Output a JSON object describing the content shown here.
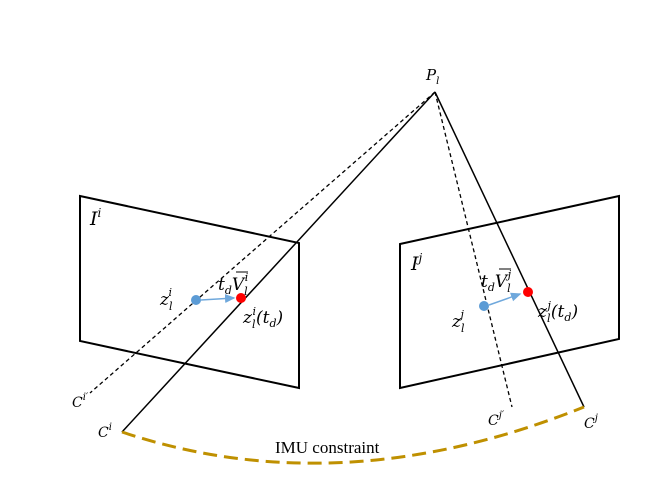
{
  "labels": {
    "point": "P",
    "point_sub": "l",
    "image_i": "I",
    "image_i_sup": "i",
    "image_j": "I",
    "image_j_sup": "j",
    "cam_i": "C",
    "cam_i_sup": "i",
    "cam_i_prime": "C",
    "cam_i_prime_sup": "i′",
    "cam_j": "C",
    "cam_j_sup": "j",
    "cam_j_prime": "C",
    "cam_j_prime_sup": "j′",
    "z_i": "z",
    "z_i_sub": "l",
    "z_i_sup": "i",
    "z_i_td": "z",
    "z_i_td_sub": "l",
    "z_i_td_sup": "i",
    "z_i_td_arg": "(t",
    "z_i_td_arg_sub": "d",
    "z_i_td_close": ")",
    "vel_i": "t",
    "vel_i_sub": "d",
    "vel_i_V": "V",
    "vel_i_V_sub": "l",
    "vel_i_V_sup": "i",
    "z_j": "z",
    "z_j_sub": "l",
    "z_j_sup": "j",
    "z_j_td": "z",
    "z_j_td_sub": "l",
    "z_j_td_sup": "j",
    "z_j_td_arg": "(t",
    "z_j_td_arg_sub": "d",
    "z_j_td_close": ")",
    "vel_j": "t",
    "vel_j_sub": "d",
    "vel_j_V": "V",
    "vel_j_V_sub": "l",
    "vel_j_V_sup": "j",
    "imu": "IMU constraint"
  },
  "colors": {
    "line": "#000000",
    "blue_point": "#5b9bd5",
    "red_point": "#ff0000",
    "arrow": "#6fa8dc",
    "imu_curve": "#bf9000"
  }
}
